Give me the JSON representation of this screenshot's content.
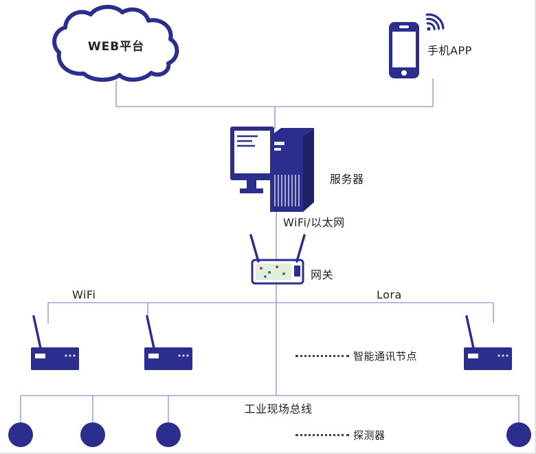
{
  "colors": {
    "primary": "#2b2e8c",
    "primary-dark": "#1f2268",
    "line": "#9fa6d1",
    "dot": "#3c3c55",
    "text": "#1f1f1f"
  },
  "labels": {
    "web_platform": "WEB平台",
    "mobile_app": "手机APP",
    "server": "服务器",
    "server_gateway_link": "WiFi/以太网",
    "gateway": "网关",
    "wifi_branch": "WiFi",
    "lora_branch": "Lora",
    "smart_comm_node": "智能通讯节点",
    "industrial_field_bus": "工业现场总线",
    "detector": "探测器"
  }
}
